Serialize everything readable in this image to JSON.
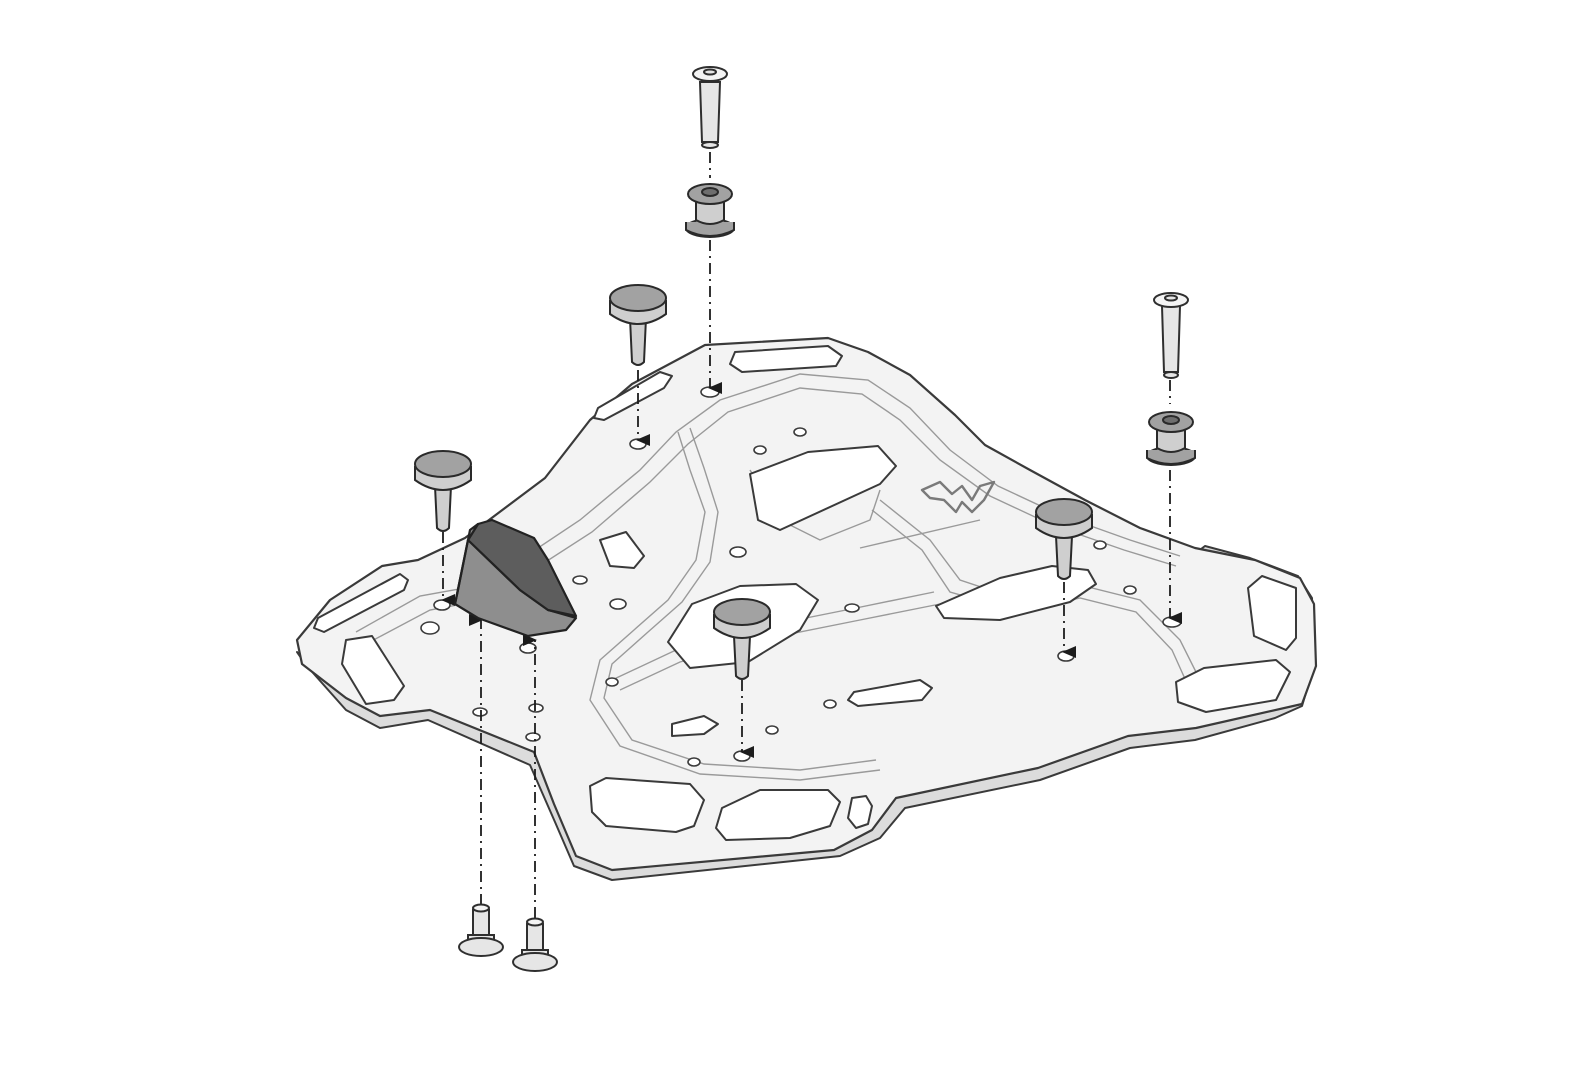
{
  "diagram": {
    "kind": "exploded-assembly",
    "colors": {
      "background": "#ffffff",
      "outline": "#3a3a3a",
      "rack_plate": "#f3f3f3",
      "rubber_parts": "#6e6e6e",
      "wedge": "#8e8e8e",
      "leader_lines": "#1c1c1c"
    },
    "parts": [
      {
        "id": "rack-plate",
        "label": "",
        "count": 1
      },
      {
        "id": "countersunk-screw",
        "label": "",
        "count": 2
      },
      {
        "id": "rubber-bushing",
        "label": "",
        "count": 2
      },
      {
        "id": "mushroom-rubber-buffer",
        "label": "",
        "count": 4
      },
      {
        "id": "rubber-wedge",
        "label": "",
        "count": 1
      },
      {
        "id": "flange-screw",
        "label": "",
        "count": 2
      }
    ],
    "leader_line_style": "dash-dot",
    "arrow_count": 9
  }
}
